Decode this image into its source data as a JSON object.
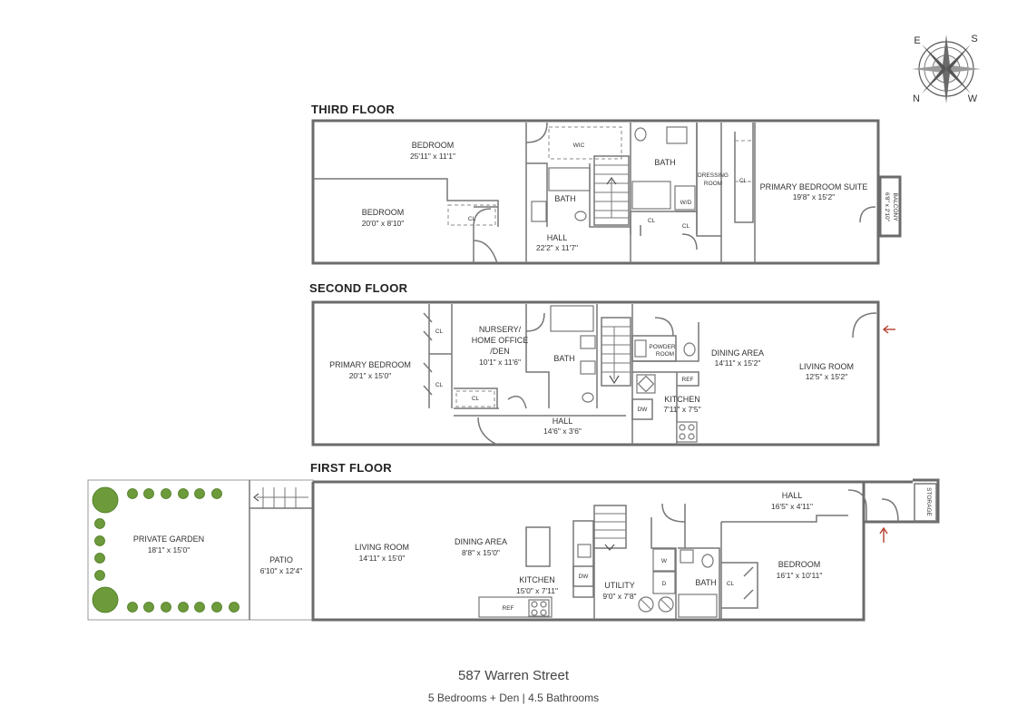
{
  "colors": {
    "wall": "#6b6b6b",
    "garden_shrub": "#6d9a3a",
    "entry_arrow": "#b5402e",
    "compass": "#555555"
  },
  "compass": {
    "n": "N",
    "s": "S",
    "e": "E",
    "w": "W"
  },
  "floors": {
    "third": {
      "title": "THIRD FLOOR",
      "bedroom_a": {
        "name": "BEDROOM",
        "dims": "25'11\" x 11'1\""
      },
      "bedroom_b": {
        "name": "BEDROOM",
        "dims": "20'0\" x 8'10\""
      },
      "cl_a": "CL",
      "wic": "WIC",
      "bath_a": "BATH",
      "bath_b": "BATH",
      "hall": {
        "name": "HALL",
        "dims": "22'2\" x 11'7\""
      },
      "dressing_room": {
        "l1": "DRESSING",
        "l2": "ROOM"
      },
      "wd": "W/D",
      "cl_b": "CL",
      "cl_c": "CL",
      "cl_d": "CL",
      "primary_suite": {
        "name": "PRIMARY BEDROOM SUITE",
        "dims": "19'8\" x 15'2\""
      },
      "balcony": {
        "name": "BALCONY",
        "dims": "6'8\" x 2'10\""
      }
    },
    "second": {
      "title": "SECOND FLOOR",
      "primary_bedroom": {
        "name": "PRIMARY BEDROOM",
        "dims": "20'1\" x 15'0\""
      },
      "cl_a": "CL",
      "cl_b": "CL",
      "cl_c": "CL",
      "nursery": {
        "l1": "NURSERY/",
        "l2": "HOME OFFICE",
        "l3": "/DEN",
        "dims": "10'1\" x 11'6\""
      },
      "bath": "BATH",
      "hall": {
        "name": "HALL",
        "dims": "14'6\" x 3'6\""
      },
      "powder_room": {
        "l1": "POWDER",
        "l2": "ROOM"
      },
      "ref": "REF",
      "dw": "DW",
      "kitchen": {
        "name": "KITCHEN",
        "dims": "7'11\" x 7'5\""
      },
      "dining": {
        "name": "DINING AREA",
        "dims": "14'11\" x 15'2\""
      },
      "living": {
        "name": "LIVING ROOM",
        "dims": "12'5\" x 15'2\""
      }
    },
    "first": {
      "title": "FIRST FLOOR",
      "garden": {
        "name": "PRIVATE GARDEN",
        "dims": "18'1\" x 15'0\""
      },
      "patio": {
        "name": "PATIO",
        "dims": "6'10\" x 12'4\""
      },
      "living": {
        "name": "LIVING ROOM",
        "dims": "14'11\" x 15'0\""
      },
      "dining": {
        "name": "DINING AREA",
        "dims": "8'8\" x 15'0\""
      },
      "kitchen": {
        "name": "KITCHEN",
        "dims": "15'0\" x 7'11\""
      },
      "dw": "DW",
      "ref": "REF",
      "utility": {
        "name": "UTILITY",
        "dims": "9'0\" x 7'8\""
      },
      "w": "W",
      "d": "D",
      "bath": "BATH",
      "cl": "CL",
      "bedroom": {
        "name": "BEDROOM",
        "dims": "16'1\" x 10'11\""
      },
      "hall": {
        "name": "HALL",
        "dims": "16'5\" x 4'11\""
      },
      "storage": "STORAGE"
    }
  },
  "address": "587 Warren Street",
  "summary": "5 Bedrooms + Den | 4.5 Bathrooms"
}
